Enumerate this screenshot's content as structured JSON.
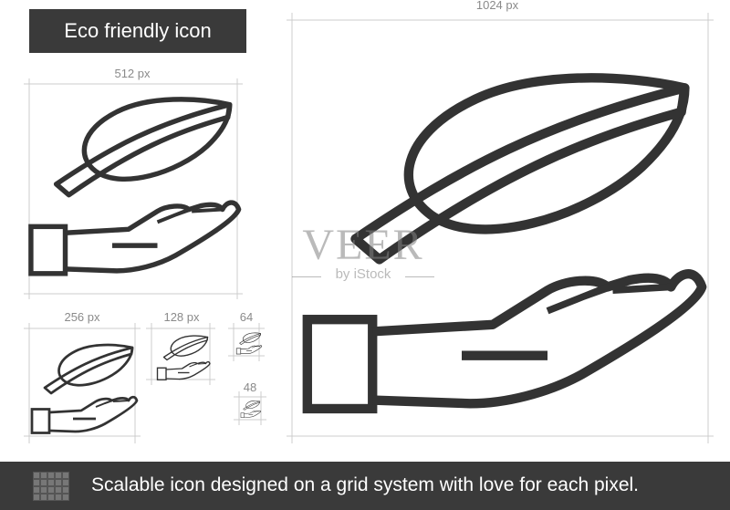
{
  "title": "Eco friendly icon",
  "sizes": {
    "s1024": "1024 px",
    "s512": "512 px",
    "s256": "256 px",
    "s128": "128 px",
    "s64": "64",
    "s48": "48"
  },
  "watermark": {
    "brand": "VEER",
    "sub": "by iStock"
  },
  "footer": {
    "text": "Scalable icon designed on a grid system with love for each pixel.",
    "icon": "grid-icon"
  },
  "icon": "leaf-hand-icon",
  "colors": {
    "dark": "#3a3a3a",
    "line": "#333333",
    "guide": "#cccccc",
    "label": "#8a8a8a"
  }
}
